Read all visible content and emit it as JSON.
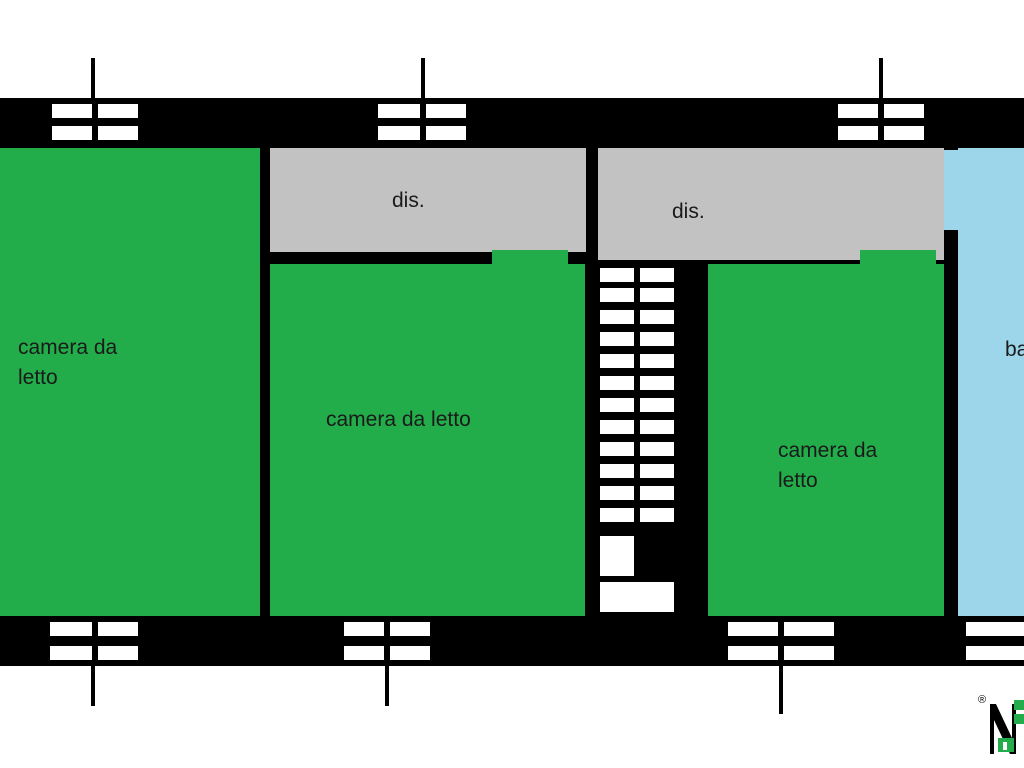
{
  "plan": {
    "rooms": [
      {
        "id": "bedroom-1",
        "label": "camera da\nletto",
        "type": "bedroom",
        "color": "#22ad4a"
      },
      {
        "id": "corridor-1",
        "label": "dis.",
        "type": "corridor",
        "color": "#c2c2c2"
      },
      {
        "id": "corridor-2",
        "label": "dis.",
        "type": "corridor",
        "color": "#c2c2c2"
      },
      {
        "id": "bedroom-2",
        "label": "camera da letto",
        "type": "bedroom",
        "color": "#22ad4a"
      },
      {
        "id": "bedroom-3",
        "label": "camera da\nletto",
        "type": "bedroom",
        "color": "#22ad4a"
      },
      {
        "id": "bathroom",
        "label": "ba",
        "type": "bathroom",
        "color": "#9dd6ea"
      }
    ],
    "wall_color": "#000000",
    "logo": {
      "mark": "®"
    }
  }
}
